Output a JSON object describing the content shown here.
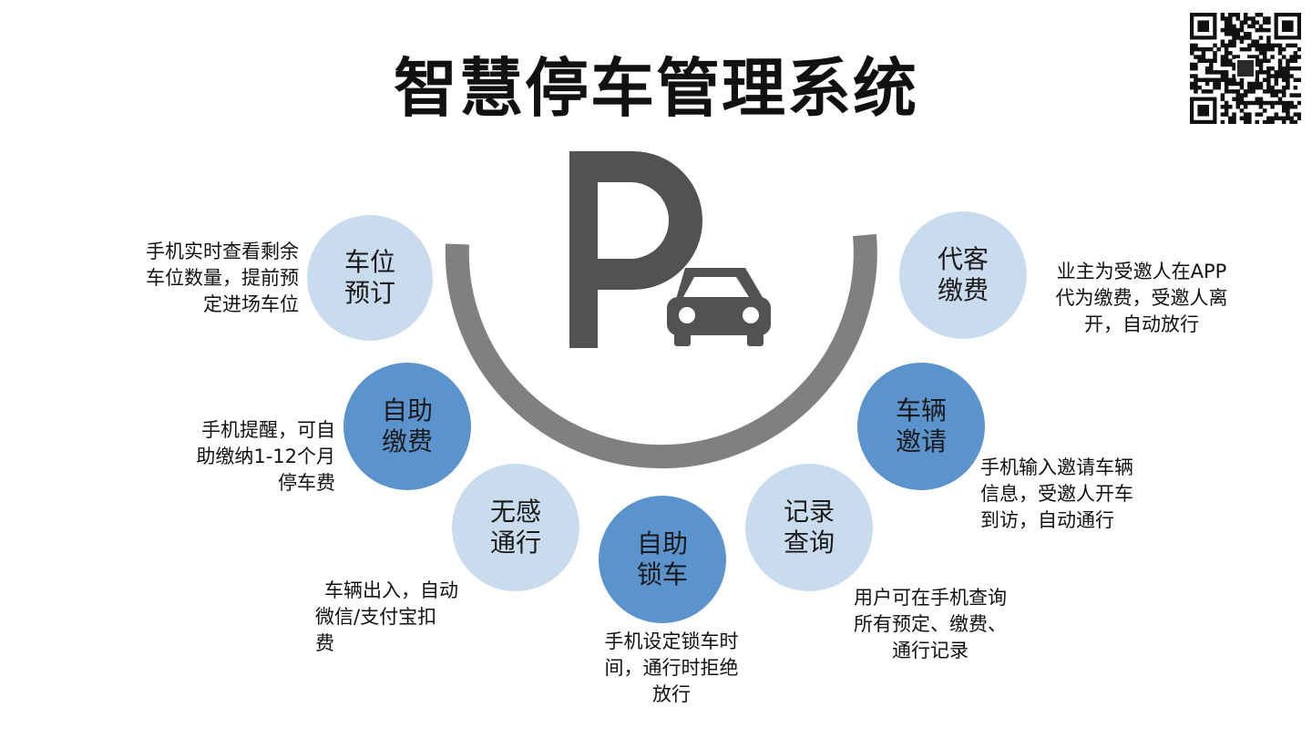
{
  "title": "智慧停车管理系统",
  "colors": {
    "light_circle": "#c9dcee",
    "dark_circle": "#5b93cd",
    "arc": "#808080",
    "logo": "#525252"
  },
  "center_logo": {
    "icon": "parking-p-car-icon",
    "letter": "P"
  },
  "features": [
    {
      "label": [
        "车位",
        "预订"
      ],
      "tone": "light",
      "desc": [
        "手机实时查看剩余",
        "车位数量，提前预",
        "定进场车位"
      ]
    },
    {
      "label": [
        "自助",
        "缴费"
      ],
      "tone": "dark",
      "desc": [
        "手机提醒，可自",
        "助缴纳1-12个月",
        "停车费"
      ]
    },
    {
      "label": [
        "无感",
        "通行"
      ],
      "tone": "light",
      "desc": [
        "车辆出入，自动",
        "微信/支付宝扣",
        "费"
      ]
    },
    {
      "label": [
        "自助",
        "锁车"
      ],
      "tone": "dark",
      "desc": [
        "手机设定锁车时",
        "间，通行时拒绝",
        "放行"
      ]
    },
    {
      "label": [
        "记录",
        "查询"
      ],
      "tone": "light",
      "desc": [
        "用户可在手机查询",
        "所有预定、缴费、",
        "通行记录"
      ]
    },
    {
      "label": [
        "车辆",
        "邀请"
      ],
      "tone": "dark",
      "desc": [
        "手机输入邀请车辆",
        "信息，受邀人开车",
        "到访，自动通行"
      ]
    },
    {
      "label": [
        "代客",
        "缴费"
      ],
      "tone": "light",
      "desc": [
        "业主为受邀人在APP",
        "代为缴费，受邀人离",
        "开，自动放行"
      ]
    }
  ]
}
